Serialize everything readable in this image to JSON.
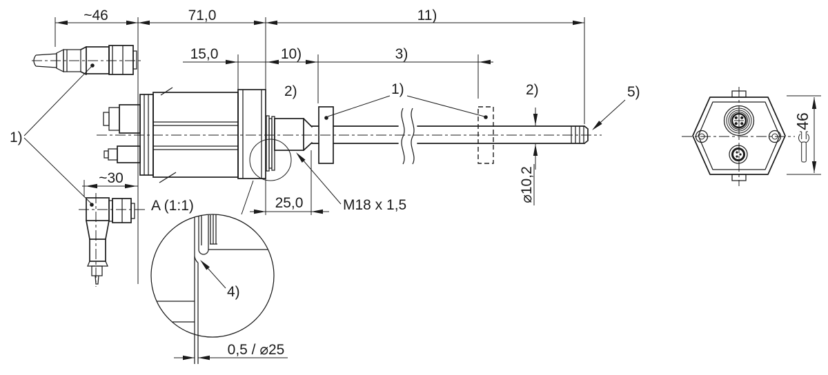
{
  "drawing": {
    "dims": {
      "connector_len": "~46",
      "housing_len": "71,0",
      "note11": "11)",
      "offset15": "15,0",
      "note10": "10)",
      "note3": "3)",
      "thread_len": "25,0",
      "angled_len": "~30",
      "rod_dia": "⌀10,2",
      "flats": "46",
      "detail_dim": "0,5 / ⌀25"
    },
    "callouts": {
      "c1_connectors": "1)",
      "c1_magnets": "1)",
      "c2_left": "2)",
      "c2_right": "2)",
      "c4": "4)",
      "c5": "5)"
    },
    "labels": {
      "thread": "M18 x 1,5",
      "detail_title": "A (1:1)"
    },
    "colors": {
      "line": "#1a1a1a",
      "background": "#ffffff"
    }
  }
}
